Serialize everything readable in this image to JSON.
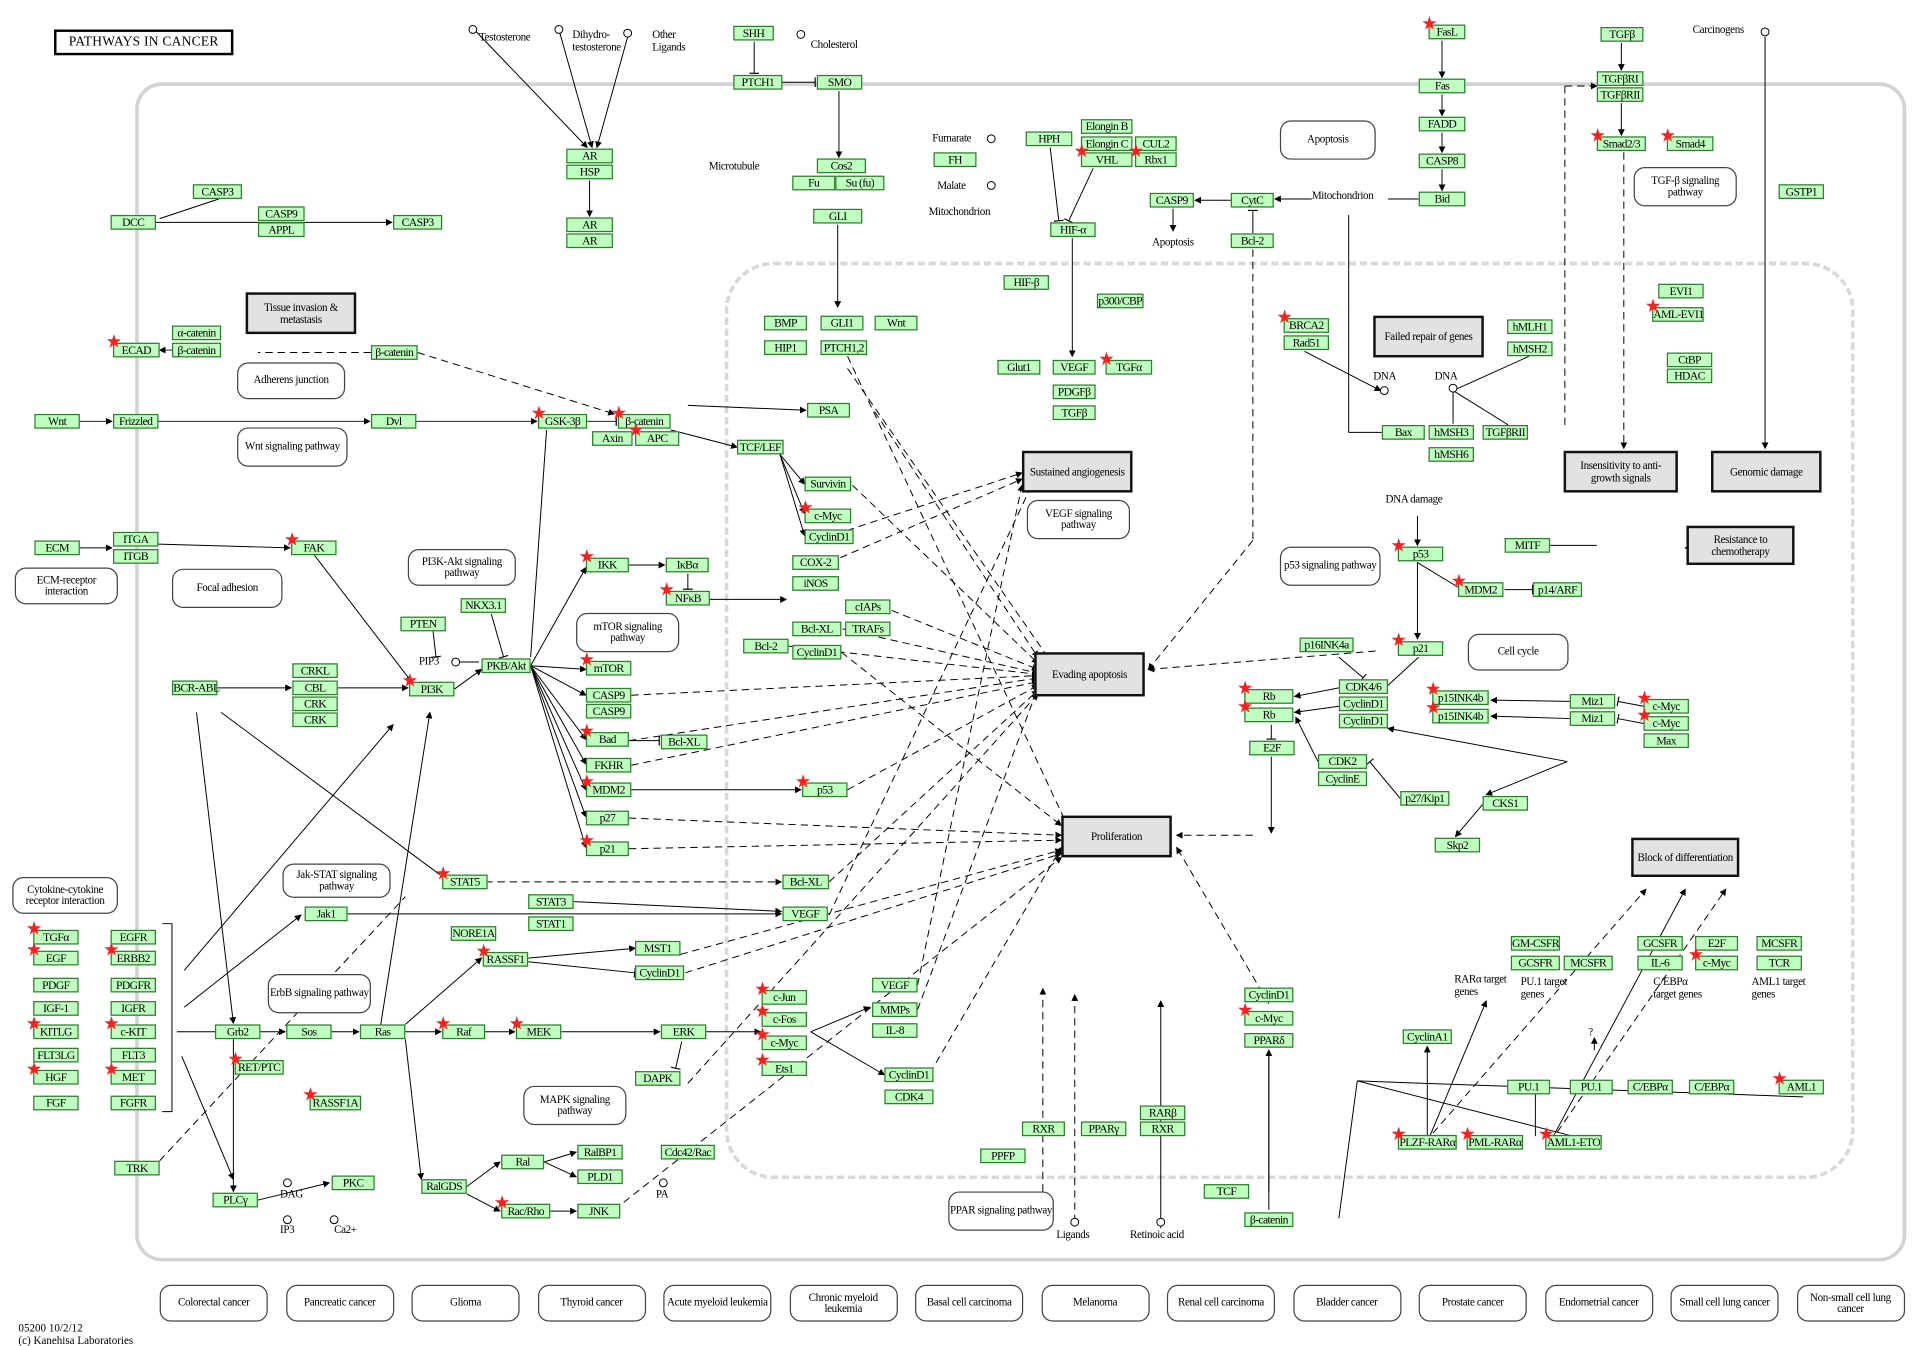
{
  "title": "PATHWAYS IN CANCER",
  "footer": {
    "line1": "05200 10/2/12",
    "line2": "(c) Kanehisa Laboratories"
  },
  "colors": {
    "gene_fill": "#bfffbf",
    "gene_border": "#2e7d2e",
    "star": "#ff1e1e",
    "phenotype_fill": "#e2e2e2"
  },
  "genes": {
    "shh": "SHH",
    "ptch1": "PTCH1",
    "smo": "SMO",
    "cos2": "Cos2",
    "fu": "Fu",
    "sufu": "Su (fu)",
    "gli": "GLI",
    "ar1": "AR",
    "hsp": "HSP",
    "ar2": "AR",
    "ar3": "AR",
    "casp3a": "CASP3",
    "dcc": "DCC",
    "casp9a": "CASP9",
    "appl": "APPL",
    "casp3b": "CASP3",
    "fasl": "FasL",
    "fas": "Fas",
    "fadd": "FADD",
    "casp8": "CASP8",
    "bid": "Bid",
    "tgfb": "TGFβ",
    "tgfbr1": "TGFβRI",
    "tgfbr2a": "TGFβRII",
    "smad23": "Smad2/3",
    "smad4": "Smad4",
    "gstp1": "GSTP1",
    "hph": "HPH",
    "elonb": "Elongin B",
    "elonc": "Elongin C",
    "cul2": "CUL2",
    "vhl": "VHL",
    "rbx1": "Rbx1",
    "fh": "FH",
    "hifa": "HIF-α",
    "hifb": "HIF-β",
    "p300": "p300/CBP",
    "casp9b": "CASP9",
    "cytc": "CytC",
    "bcl2a": "Bcl-2",
    "bmp": "BMP",
    "gli1": "GLI1",
    "wnt2": "Wnt",
    "hip1": "HIP1",
    "ptch12": "PTCH1,2",
    "glut1": "Glut1",
    "vegfa": "VEGF",
    "tgfa1": "TGFα",
    "pdgfb": "PDGFβ",
    "tgfb2": "TGFβ",
    "brca2": "BRCA2",
    "rad51": "Rad51",
    "hmlh1": "hMLH1",
    "hmsh2": "hMSH2",
    "bax": "Bax",
    "hmsh3": "hMSH3",
    "hmsh6": "hMSH6",
    "tgfbr2b": "TGFβRII",
    "evi1": "EVI1",
    "amlevi1": "AML-EVI1",
    "ctbp": "CtBP",
    "hdac": "HDAC",
    "ecad": "ECAD",
    "acat": "α-catenin",
    "bcat1": "β-catenin",
    "bcat2": "β-catenin",
    "wnt1": "Wnt",
    "frz": "Frizzled",
    "dvl": "Dvl",
    "gsk3b": "GSK-3β",
    "bcat3": "β-catenin",
    "axin": "Axin",
    "apc": "APC",
    "psa": "PSA",
    "tcflef": "TCF/LEF",
    "survivin": "Survivin",
    "cmyc1": "c-Myc",
    "ccnd1a": "CyclinD1",
    "ecm": "ECM",
    "itga": "ITGA",
    "itgb": "ITGB",
    "fak": "FAK",
    "ikk": "IKK",
    "ikba": "IκBα",
    "nfkb": "NFκB",
    "cox2": "COX-2",
    "inos": "iNOS",
    "ciaps": "cIAPs",
    "bclxl1": "Bcl-XL",
    "trafs": "TRAFs",
    "bcl2b": "Bcl-2",
    "ccnd1b": "CyclinD1",
    "nkx31": "NKX3.1",
    "pten": "PTEN",
    "akt": "PKB/Akt",
    "pi3k": "PI3K",
    "mtor": "mTOR",
    "casp9c": "CASP9",
    "casp9d": "CASP9",
    "bad": "Bad",
    "bclxl2": "Bcl-XL",
    "fkhr": "FKHR",
    "mdm2a": "MDM2",
    "p53a": "p53",
    "p27": "p27",
    "p21a": "p21",
    "bcrabl": "BCR-ABL",
    "crkl": "CRKL",
    "cbl": "CBL",
    "crk1": "CRK",
    "crk2": "CRK",
    "stat5": "STAT5",
    "bclxl3": "Bcl-XL",
    "stat3": "STAT3",
    "stat1": "STAT1",
    "jak1": "Jak1",
    "vegfb": "VEGF",
    "tgfa2": "TGFα",
    "egfr": "EGFR",
    "egf": "EGF",
    "erbb2": "ERBB2",
    "pdgf": "PDGF",
    "pdgfr": "PDGFR",
    "igf1": "IGF-1",
    "igfr": "IGFR",
    "kitlg": "KITLG",
    "ckit": "c-KIT",
    "flt3lg": "FLT3LG",
    "flt3": "FLT3",
    "hgf": "HGF",
    "met": "MET",
    "fgf": "FGF",
    "fgfr": "FGFR",
    "nore1a": "NORE1A",
    "rassf1": "RASSF1",
    "mst1": "MST1",
    "ccnd1c": "CyclinD1",
    "grb2": "Grb2",
    "sos": "Sos",
    "ras": "Ras",
    "raf": "Raf",
    "mek": "MEK",
    "erk": "ERK",
    "dapk": "DAPK",
    "retptc": "RET/PTC",
    "rassf1a": "RASSF1A",
    "cjun": "c-Jun",
    "cfos": "c-Fos",
    "cmyc2": "c-Myc",
    "ets1": "Ets1",
    "vegfc": "VEGF",
    "mmps": "MMPs",
    "il8": "IL-8",
    "ccnd1d": "CyclinD1",
    "cdk4": "CDK4",
    "trk": "TRK",
    "plcg": "PLCγ",
    "pkc": "PKC",
    "ralgds": "RalGDS",
    "ral": "Ral",
    "ralbp1": "RalBP1",
    "cdc42": "Cdc42/Rac",
    "pld1": "PLD1",
    "racrho": "Rac/Rho",
    "jnk": "JNK",
    "rxr1": "RXR",
    "pparg": "PPARγ",
    "ppfp": "PPFP",
    "rarb": "RARβ",
    "rxr2": "RXR",
    "ccnd1e": "CyclinD1",
    "cmyc3": "c-Myc",
    "ppard": "PPARδ",
    "tcf": "TCF",
    "bcat4": "β-catenin",
    "ccna1": "CyclinA1",
    "plzfrara": "PLZF-RARα",
    "pmlrara": "PML-RARα",
    "aml1eto": "AML1-ETO",
    "gmcsfr": "GM-CSFR",
    "gcsfr1": "GCSFR",
    "mcsfr1": "MCSFR",
    "gcsfr2": "GCSFR",
    "il6": "IL-6",
    "e2f2": "E2F",
    "cmyc4": "c-Myc",
    "mcsfr2": "MCSFR",
    "tcr": "TCR",
    "pu1a": "PU.1",
    "pu1b": "PU.1",
    "cebpa1": "C/EBPα",
    "cebpa2": "C/EBPα",
    "aml1": "AML1",
    "p53b": "p53",
    "mdm2b": "MDM2",
    "p14arf": "p14/ARF",
    "mitf": "MITF",
    "p21b": "p21",
    "p16": "p16INK4a",
    "cdk46": "CDK4/6",
    "ccnd1f": "CyclinD1",
    "ccnd1g": "CyclinD1",
    "rb1": "Rb",
    "rb2": "Rb",
    "e2f1": "E2F",
    "cdk2": "CDK2",
    "ccne": "CyclinE",
    "p27kip1": "p27/Kip1",
    "cks1": "CKS1",
    "skp2": "Skp2",
    "p15a": "p15INK4b",
    "p15b": "p15INK4b",
    "miz1a": "Miz1",
    "miz1b": "Miz1",
    "cmyc5": "c-Myc",
    "cmyc6": "c-Myc",
    "max": "Max"
  },
  "starred": [
    "fasl",
    "smad23",
    "smad4",
    "vhl",
    "rbx1",
    "tgfa1",
    "brca2",
    "amlevi1",
    "ecad",
    "gsk3b",
    "bcat3",
    "apc",
    "cmyc1",
    "fak",
    "ikk",
    "nfkb",
    "mtor",
    "pi3k",
    "bad",
    "mdm2a",
    "p53a",
    "p21a",
    "stat5",
    "tgfa2",
    "egf",
    "erbb2",
    "kitlg",
    "ckit",
    "hgf",
    "met",
    "rassf1",
    "raf",
    "mek",
    "retptc",
    "rassf1a",
    "cjun",
    "cfos",
    "cmyc2",
    "ets1",
    "racrho",
    "cmyc3",
    "plzfrara",
    "pmlrara",
    "aml1eto",
    "cmyc4",
    "aml1",
    "p53b",
    "mdm2b",
    "p21b",
    "rb1",
    "rb2",
    "p15a",
    "p15b",
    "cmyc5",
    "cmyc6"
  ],
  "phenotypes": {
    "tissue": "Tissue invasion & metastasis",
    "angio": "Sustained angiogenesis",
    "evading": "Evading apoptosis",
    "prolif": "Proliferation",
    "failed": "Failed repair of genes",
    "insens": "Insensitivity to anti-growth signals",
    "genomic": "Genomic damage",
    "resist": "Resistance to chemotherapy",
    "block": "Block of differentiation"
  },
  "pathway_maps": {
    "apoptosis": "Apoptosis",
    "tgfb": "TGF-β signaling pathway",
    "adherens": "Adherens junction",
    "wnt": "Wnt signaling pathway",
    "pi3k": "PI3K-Akt signaling pathway",
    "focal": "Focal adhesion",
    "ecm": "ECM-receptor interaction",
    "mtor": "mTOR signaling pathway",
    "vegf": "VEGF signaling pathway",
    "p53": "p53 signaling pathway",
    "cellcycle": "Cell cycle",
    "jakstat": "Jak-STAT signaling pathway",
    "cytokine": "Cytokine-cytokine receptor interaction",
    "erbb": "ErbB signaling pathway",
    "mapk": "MAPK signaling pathway",
    "ppar": "PPAR signaling pathway"
  },
  "related_cancers": [
    "Colorectal cancer",
    "Pancreatic cancer",
    "Glioma",
    "Thyroid cancer",
    "Acute myeloid leukemia",
    "Chronic myeloid leukemia",
    "Basal cell carcinoma",
    "Melanoma",
    "Renal cell carcinoma",
    "Bladder cancer",
    "Prostate cancer",
    "Endometrial cancer",
    "Small cell lung cancer",
    "Non-small cell lung cancer"
  ],
  "labels": {
    "testosterone": "Testosterone",
    "dht": "Dihydro-testosterone",
    "otherlig": "Other Ligands",
    "cholesterol": "Cholesterol",
    "microtubule": "Microtubule",
    "fumarate": "Fumarate",
    "malate": "Malate",
    "mito1": "Mitochondrion",
    "mito2": "Mitochondrion",
    "apop": "Apoptosis",
    "carcinogens": "Carcinogens",
    "dna1": "DNA",
    "dna2": "DNA",
    "dnadamage": "DNA damage",
    "ligands": "Ligands",
    "retinoic": "Retinoic acid",
    "rara_tg": "RARα target genes",
    "pu1_tg": "PU.1 target genes",
    "cebpa_tg": "C/EBPα target genes",
    "aml1_tg": "AML1 target genes",
    "dag": "DAG",
    "ip3": "IP3",
    "ca": "Ca2+",
    "pa": "PA",
    "pip3": "PIP3",
    "q": "?"
  }
}
